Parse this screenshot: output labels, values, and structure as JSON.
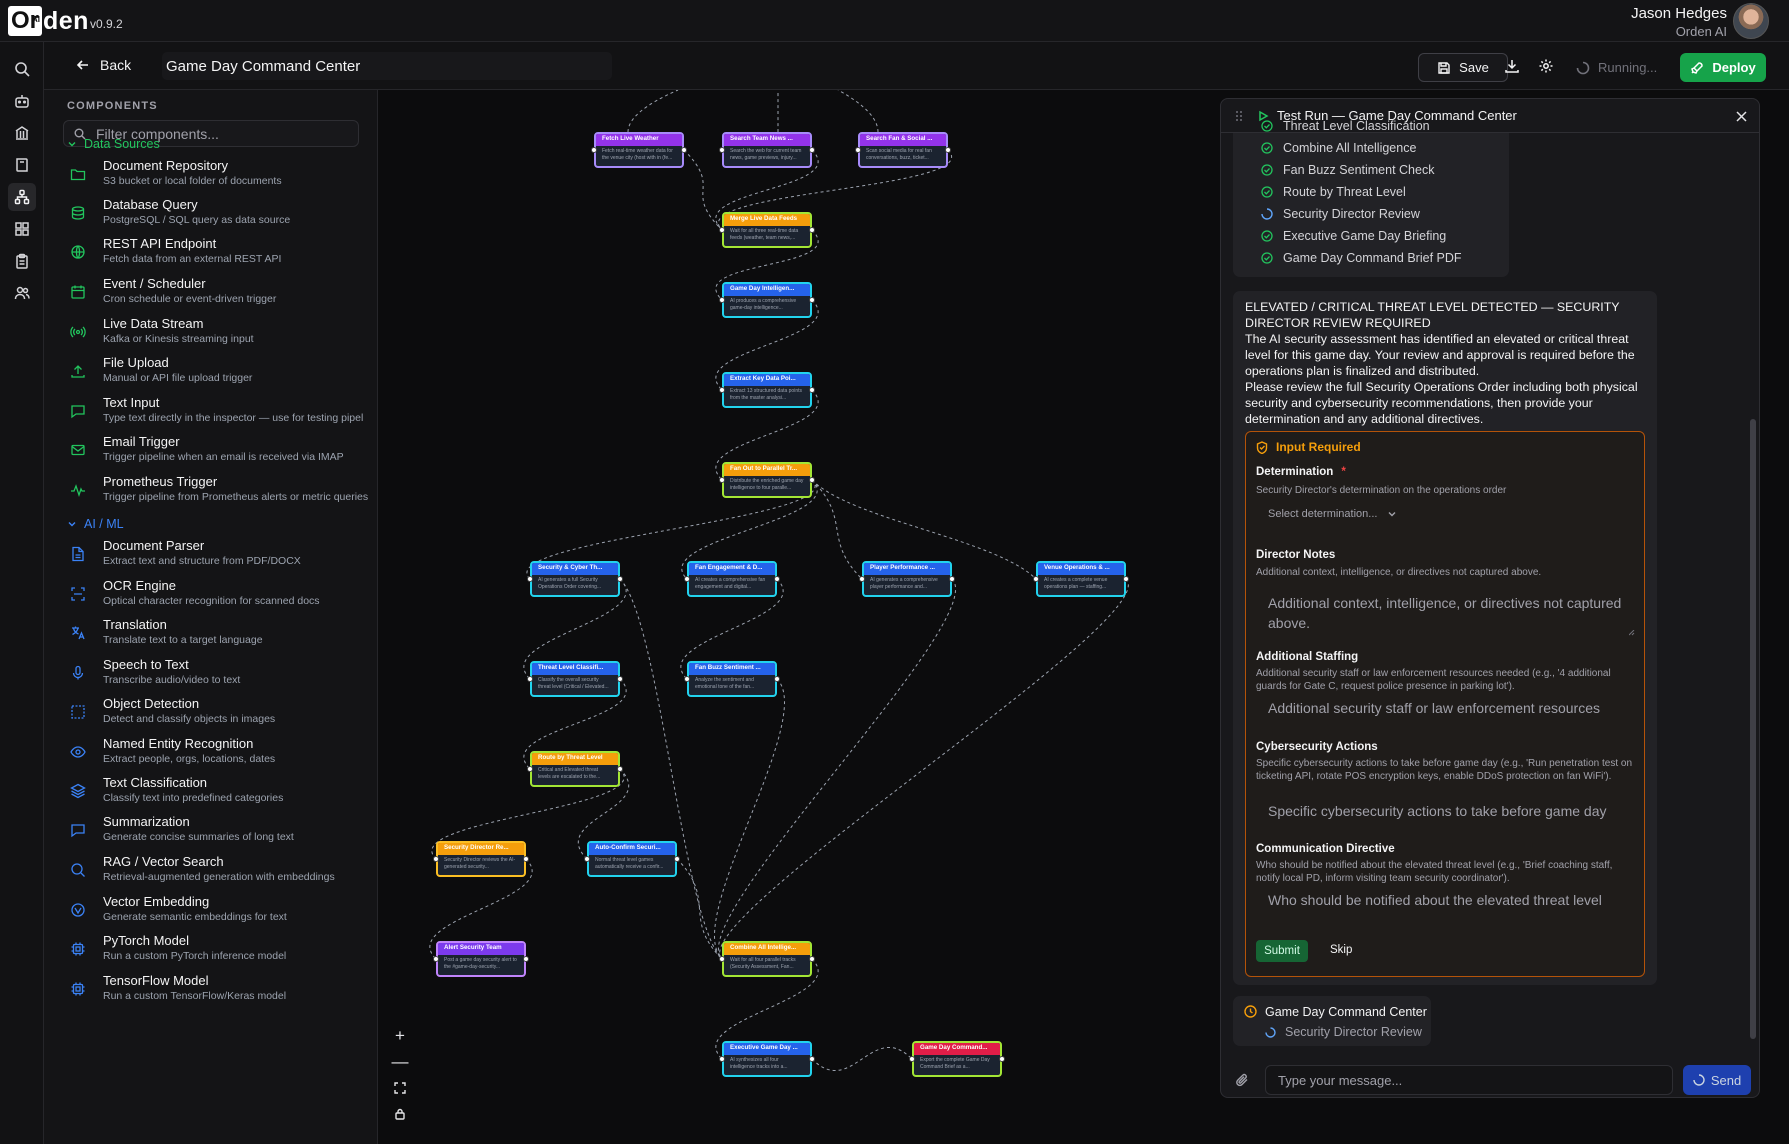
{
  "app": {
    "logo_letters": "Or",
    "logo_ai": "AI",
    "logo_rest": "den",
    "version": "v0.9.2"
  },
  "user": {
    "name": "Jason Hedges",
    "org": "Orden AI"
  },
  "toolbar": {
    "back_label": "Back",
    "pipeline_title": "Game Day Command Center",
    "save_label": "Save",
    "running_label": "Running...",
    "deploy_label": "Deploy"
  },
  "sidebar": {
    "title": "COMPONENTS",
    "filter_placeholder": "Filter components...",
    "categories": [
      {
        "label": "Data Sources",
        "color": "#22c55e"
      },
      {
        "label": "AI / ML",
        "color": "#3b82f6"
      }
    ],
    "components": [
      {
        "name": "Document Repository",
        "desc": "S3 bucket or local folder of documents",
        "icon": "folder-icon"
      },
      {
        "name": "Database Query",
        "desc": "PostgreSQL / SQL query as data source",
        "icon": "database-icon"
      },
      {
        "name": "REST API Endpoint",
        "desc": "Fetch data from an external REST API",
        "icon": "globe-icon"
      },
      {
        "name": "Event / Scheduler",
        "desc": "Cron schedule or event-driven trigger",
        "icon": "calendar-icon"
      },
      {
        "name": "Live Data Stream",
        "desc": "Kafka or Kinesis streaming input",
        "icon": "broadcast-icon"
      },
      {
        "name": "File Upload",
        "desc": "Manual or API file upload trigger",
        "icon": "upload-icon"
      },
      {
        "name": "Text Input",
        "desc": "Type text directly in the inspector — use for testing pipel",
        "icon": "chat-icon"
      },
      {
        "name": "Email Trigger",
        "desc": "Trigger pipeline when an email is received via IMAP",
        "icon": "mail-icon"
      },
      {
        "name": "Prometheus Trigger",
        "desc": "Trigger pipeline from Prometheus alerts or metric queries",
        "icon": "pulse-icon"
      },
      {
        "name": "Document Parser",
        "desc": "Extract text and structure from PDF/DOCX",
        "icon": "file-icon"
      },
      {
        "name": "OCR Engine",
        "desc": "Optical character recognition for scanned docs",
        "icon": "scan-icon"
      },
      {
        "name": "Translation",
        "desc": "Translate text to a target language",
        "icon": "translate-icon"
      },
      {
        "name": "Speech to Text",
        "desc": "Transcribe audio/video to text",
        "icon": "mic-icon"
      },
      {
        "name": "Object Detection",
        "desc": "Detect and classify objects in images",
        "icon": "frame-icon"
      },
      {
        "name": "Named Entity Recognition",
        "desc": "Extract people, orgs, locations, dates",
        "icon": "eye-icon"
      },
      {
        "name": "Text Classification",
        "desc": "Classify text into predefined categories",
        "icon": "layers-icon"
      },
      {
        "name": "Summarization",
        "desc": "Generate concise summaries of long text",
        "icon": "message-icon"
      },
      {
        "name": "RAG / Vector Search",
        "desc": "Retrieval-augmented generation with embeddings",
        "icon": "search-icon"
      },
      {
        "name": "Vector Embedding",
        "desc": "Generate semantic embeddings for text",
        "icon": "vector-icon"
      },
      {
        "name": "PyTorch Model",
        "desc": "Run a custom PyTorch inference model",
        "icon": "chip-icon"
      },
      {
        "name": "TensorFlow Model",
        "desc": "Run a custom TensorFlow/Keras model",
        "icon": "chip-icon"
      }
    ]
  },
  "nodes": [
    {
      "id": "fetch-weather",
      "title": "Fetch Live Weather",
      "desc": "Fetch real-time weather data for the venue city (host with in (fe...",
      "color": "purple"
    },
    {
      "id": "search-news",
      "title": "Search Team News ...",
      "desc": "Search the web for current team news, game previews, injury...",
      "color": "purple"
    },
    {
      "id": "search-social",
      "title": "Search Fan & Social ...",
      "desc": "Scan social media for real fan conversations, buzz, ticket...",
      "color": "purple"
    },
    {
      "id": "merge-feeds",
      "title": "Merge Live Data Feeds",
      "desc": "Wait for all three real-time data feeds (weather, team news,...",
      "color": "orange"
    },
    {
      "id": "game-intel",
      "title": "Game Day Intelligen...",
      "desc": "AI produces a comprehensive game-day intelligence...",
      "color": "blue"
    },
    {
      "id": "extract-points",
      "title": "Extract Key Data Poi...",
      "desc": "Extract 13 structured data points from the master analysi...",
      "color": "blue"
    },
    {
      "id": "fan-out",
      "title": "Fan Out to Parallel Tr...",
      "desc": "Distribute the enriched game day intelligence to four paralle...",
      "color": "orange"
    },
    {
      "id": "security",
      "title": "Security & Cyber Th...",
      "desc": "AI generates a full Security Operations Order covering...",
      "color": "blue"
    },
    {
      "id": "fan-engagement",
      "title": "Fan Engagement & D...",
      "desc": "AI creates a comprehensive fan engagement and digital...",
      "color": "blue"
    },
    {
      "id": "player-perf",
      "title": "Player Performance ...",
      "desc": "AI generates a comprehensive player performance and...",
      "color": "blue"
    },
    {
      "id": "venue-ops",
      "title": "Venue Operations & ...",
      "desc": "AI creates a complete venue operations plan — staffing...",
      "color": "blue"
    },
    {
      "id": "threat-class",
      "title": "Threat Level Classifi...",
      "desc": "Classify the overall security threat level (Critical / Elevated...",
      "color": "blue"
    },
    {
      "id": "fan-buzz",
      "title": "Fan Buzz Sentiment ...",
      "desc": "Analyze the sentiment and emotional tone of the fan...",
      "color": "blue"
    },
    {
      "id": "route-threat",
      "title": "Route by Threat Level",
      "desc": "Critical and Elevated threat levels are escalated to the...",
      "color": "orange"
    },
    {
      "id": "sec-director",
      "title": "Security Director Re...",
      "desc": "Security Director reviews the AI-generated security...",
      "color": "orange2"
    },
    {
      "id": "auto-confirm",
      "title": "Auto-Confirm Securi...",
      "desc": "Normal threat level games automatically receive a confir...",
      "color": "blue"
    },
    {
      "id": "alert-team",
      "title": "Alert Security Team",
      "desc": "Post a game day security alert to the #game-day-security...",
      "color": "violet"
    },
    {
      "id": "combine",
      "title": "Combine All Intellige...",
      "desc": "Wait for all four parallel tracks (Security Assessment, Fan...",
      "color": "orange"
    },
    {
      "id": "exec-brief",
      "title": "Executive Game Day ...",
      "desc": "AI synthesizes all four intelligence tracks into a...",
      "color": "blue"
    },
    {
      "id": "brief-pdf",
      "title": "Game Day Command...",
      "desc": "Export the complete Game Day Command Brief as a...",
      "color": "red"
    }
  ],
  "test_run": {
    "title": "Test Run — Game Day Command Center",
    "steps": [
      {
        "label": "Threat Level Classification",
        "status": "done"
      },
      {
        "label": "Combine All Intelligence",
        "status": "done"
      },
      {
        "label": "Fan Buzz Sentiment Check",
        "status": "done"
      },
      {
        "label": "Route by Threat Level",
        "status": "done"
      },
      {
        "label": "Security Director Review",
        "status": "running"
      },
      {
        "label": "Executive Game Day Briefing",
        "status": "done"
      },
      {
        "label": "Game Day Command Brief PDF",
        "status": "done"
      }
    ],
    "message_title": "ELEVATED / CRITICAL THREAT LEVEL DETECTED — SECURITY DIRECTOR REVIEW REQUIRED",
    "message_p1": "The AI security assessment has identified an elevated or critical threat level for this game day. Your review and approval is required before the operations plan is finalized and distributed.",
    "message_p2": "Please review the full Security Operations Order including both physical security and cybersecurity recommendations, then provide your determination and any additional directives.",
    "form": {
      "header": "Input Required",
      "determination_label": "Determination",
      "determination_required": "*",
      "determination_help": "Security Director's determination on the operations order",
      "determination_placeholder": "Select determination...",
      "notes_label": "Director Notes",
      "notes_help": "Additional context, intelligence, or directives not captured above.",
      "notes_placeholder": "Additional context, intelligence, or directives not captured above.",
      "staffing_label": "Additional Staffing",
      "staffing_help": "Additional security staff or law enforcement resources needed (e.g., '4 additional guards for Gate C, request police presence in parking lot').",
      "staffing_placeholder": "Additional security staff or law enforcement resources",
      "cyber_label": "Cybersecurity Actions",
      "cyber_help": "Specific cybersecurity actions to take before game day (e.g., 'Run penetration test on ticketing API, rotate POS encryption keys, enable DDoS protection on fan WiFi').",
      "cyber_placeholder": "Specific cybersecurity actions to take before game day",
      "comm_label": "Communication Directive",
      "comm_help": "Who should be notified about the elevated threat level (e.g., 'Brief coaching staff, notify local PD, inform visiting team security coordinator').",
      "comm_placeholder": "Who should be notified about the elevated threat level",
      "submit_label": "Submit",
      "skip_label": "Skip"
    },
    "status_card": {
      "title": "Game Day Command Center",
      "step": "Security Director Review"
    },
    "chat_placeholder": "Type your message...",
    "send_label": "Send"
  }
}
